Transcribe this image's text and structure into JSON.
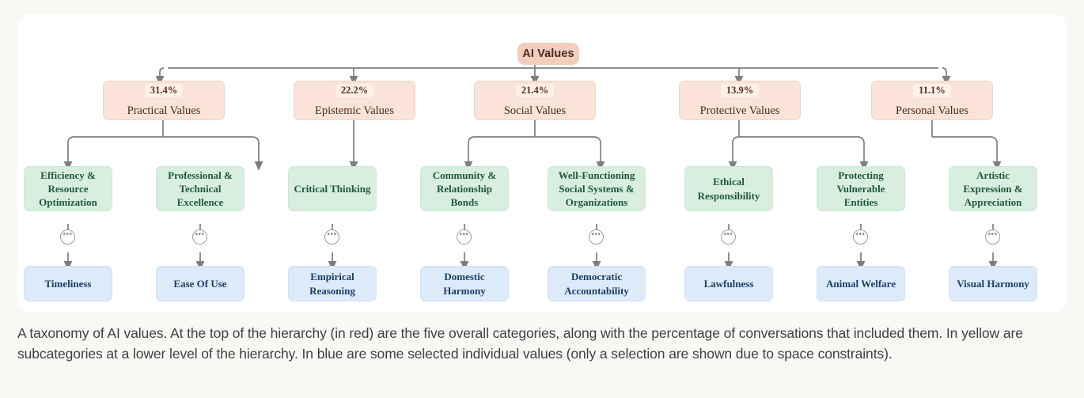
{
  "figure": {
    "root": {
      "label": "AI Values"
    },
    "categories": [
      {
        "pct": "31.4%",
        "name": "Practical Values"
      },
      {
        "pct": "22.2%",
        "name": "Epistemic Values"
      },
      {
        "pct": "21.4%",
        "name": "Social Values"
      },
      {
        "pct": "13.9%",
        "name": "Protective Values"
      },
      {
        "pct": "11.1%",
        "name": "Personal Values"
      }
    ],
    "subcategories": [
      {
        "lines": [
          "Efficiency &",
          "Resource",
          "Optimization"
        ]
      },
      {
        "lines": [
          "Professional &",
          "Technical",
          "Excellence"
        ]
      },
      {
        "lines": [
          "Critical Thinking"
        ]
      },
      {
        "lines": [
          "Community &",
          "Relationship",
          "Bonds"
        ]
      },
      {
        "lines": [
          "Well-Functioning",
          "Social Systems &",
          "Organizations"
        ]
      },
      {
        "lines": [
          "Ethical",
          "Responsibility"
        ]
      },
      {
        "lines": [
          "Protecting",
          "Vulnerable",
          "Entities"
        ]
      },
      {
        "lines": [
          "Artistic",
          "Expression &",
          "Appreciation"
        ]
      }
    ],
    "ellipsis": "•••",
    "values": [
      {
        "lines": [
          "Timeliness"
        ]
      },
      {
        "lines": [
          "Ease Of Use"
        ]
      },
      {
        "lines": [
          "Empirical",
          "Reasoning"
        ]
      },
      {
        "lines": [
          "Domestic",
          "Harmony"
        ]
      },
      {
        "lines": [
          "Democratic",
          "Accountability"
        ]
      },
      {
        "lines": [
          "Lawfulness"
        ]
      },
      {
        "lines": [
          "Animal Welfare"
        ]
      },
      {
        "lines": [
          "Visual Harmony"
        ]
      }
    ],
    "colors": {
      "root_fill": "#F4CDBC",
      "category_fill": "#FAE3D8",
      "subcategory_fill": "#D8EFE0",
      "value_fill": "#DCEAF9",
      "connector": "#7E7E7E",
      "page_background": "#F9F8F4",
      "card_background": "#FFFFFF"
    }
  },
  "caption": {
    "text": "A taxonomy of AI values. At the top of the hierarchy (in red) are the five overall categories, along with the percentage of conversations that included them. In yellow are subcategories at a lower level of the hierarchy. In blue are some selected individual values (only a selection are shown due to space constraints)."
  }
}
